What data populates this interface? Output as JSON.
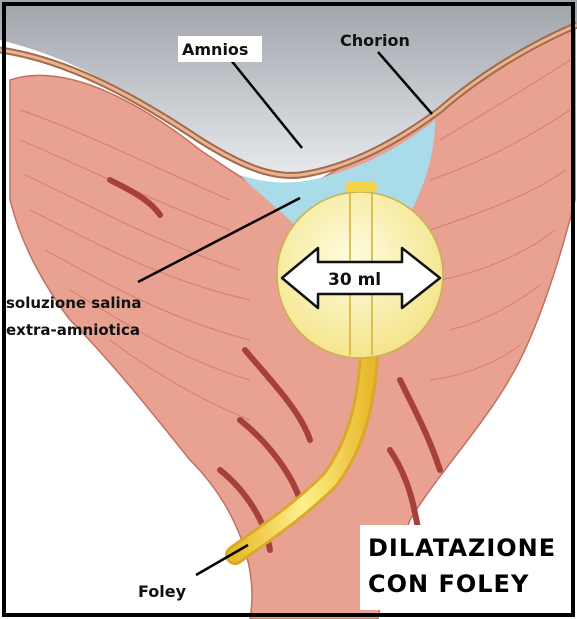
{
  "labels": {
    "amnios": "Amnios",
    "chorion": "Chorion",
    "saline_line1": "soluzione salina",
    "saline_line2": "extra-amniotica",
    "volume": "30 ml",
    "foley": "Foley"
  },
  "title": {
    "line1": "DILATAZIONE",
    "line2": "CON FOLEY"
  },
  "colors": {
    "tissue": "#e8a08f",
    "tissue_dark": "#c9685a",
    "fold": "#a8403a",
    "amnion_fluid": "#a9dbe8",
    "membrane": "#d99a7a",
    "fetal_sac": "#c9cdd3",
    "balloon": "#fbf3b0",
    "catheter": "#f2d24a",
    "frame": "#000000"
  }
}
